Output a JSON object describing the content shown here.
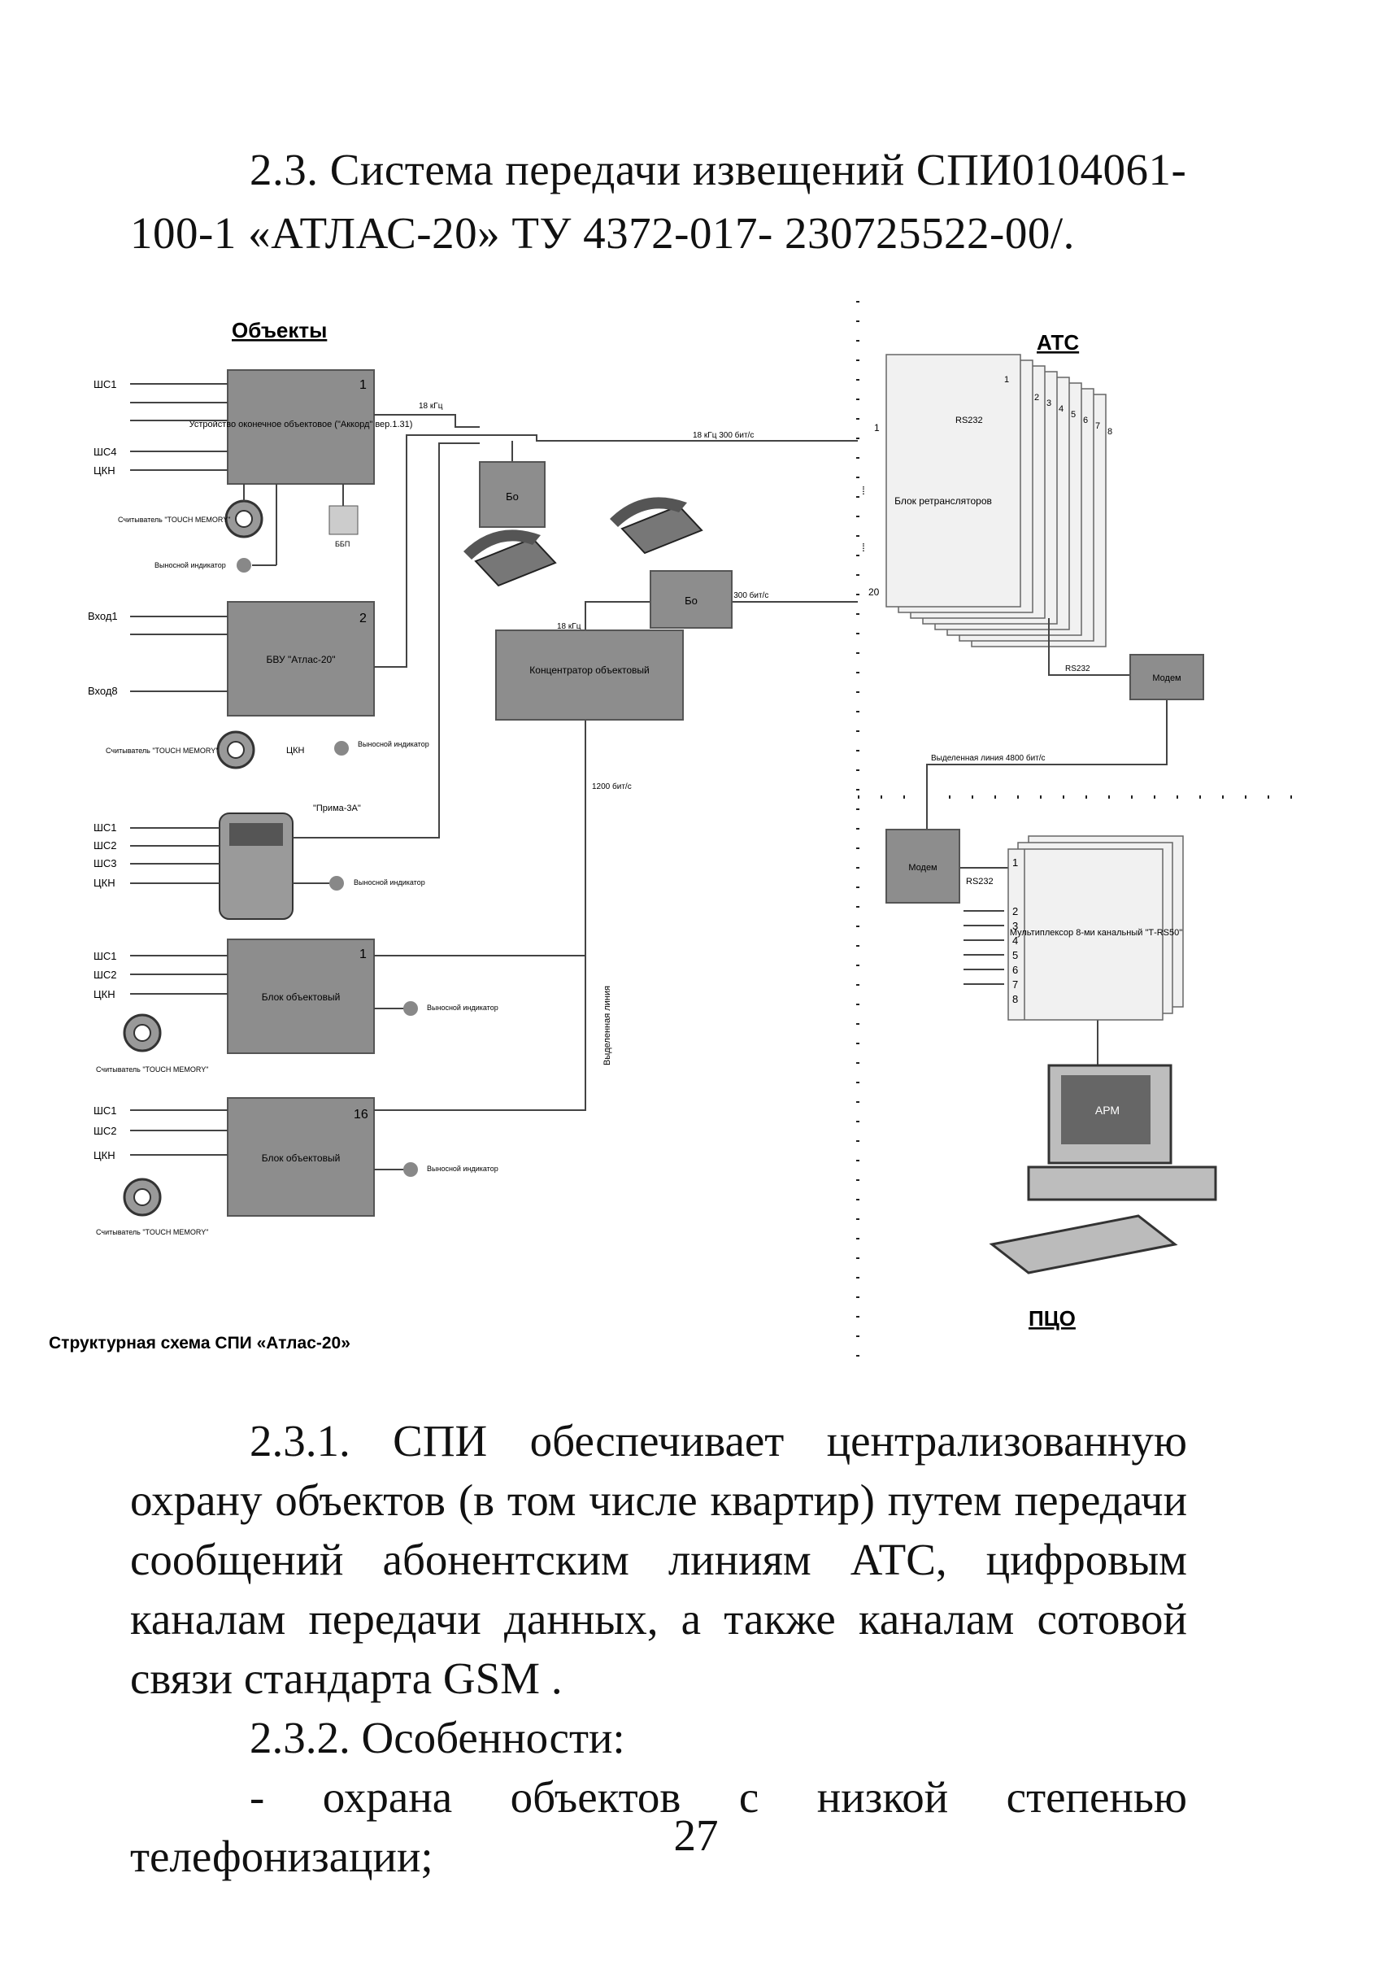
{
  "heading": "2.3. Система передачи извещений СПИ0104061-100-1 «АТЛАС-20» ТУ 4372-017- 230725522-00/.",
  "diagram": {
    "objects_label": "Объекты",
    "ats_label": "АТС",
    "pco_label": "ПЦО",
    "caption": "Структурная схема СПИ «Атлас-20»",
    "device1": {
      "number": "1",
      "title": "Устройство оконечное объектовое (\"Аккорд\" вер.1.31)",
      "inputs": [
        "ШС1",
        "ШС4",
        "ЦКН"
      ],
      "reader": "Считыватель \"TOUCH MEMORY\"",
      "indicator": "Выносной индикатор",
      "bbp": "ББП"
    },
    "device2": {
      "number": "2",
      "title": "БВУ \"Атлас-20\"",
      "inputs": [
        "Вход1",
        "Вход8"
      ],
      "reader": "Считыватель \"TOUCH MEMORY\"",
      "ckn": "ЦКН",
      "indicator": "Выносной индикатор"
    },
    "prima": {
      "title": "\"Прима-3А\"",
      "inputs": [
        "ШС1",
        "ШС2",
        "ШС3",
        "ЦКН"
      ],
      "indicator": "Выносной индикатор"
    },
    "block1": {
      "number": "1",
      "title": "Блок объектовый",
      "inputs": [
        "ШС1",
        "ШС2",
        "ЦКН"
      ],
      "reader": "Считыватель \"TOUCH MEMORY\"",
      "indicator": "Выносной индикатор"
    },
    "block16": {
      "number": "16",
      "title": "Блок объектовый",
      "inputs": [
        "ШС1",
        "ШС2",
        "ЦКН"
      ],
      "reader": "Считыватель \"TOUCH MEMORY\"",
      "indicator": "Выносной индикатор"
    },
    "bo": "Бо",
    "concentrator": "Концентратор объектовый",
    "f18": "18 кГц",
    "f18_rate": "18 кГц  300 бит/с",
    "rate1200": "1200 бит/с",
    "dedicated_line": "Выделенная линия",
    "dedicated_line_4800": "Выделенная линия 4800 бит/с",
    "repeater": {
      "title": "Блок ретрансляторов",
      "port_first": "1",
      "port_last": "20",
      "rs232": "RS232",
      "stack": [
        "1",
        "2",
        "3",
        "4",
        "5",
        "6",
        "7",
        "8"
      ]
    },
    "rs232": "RS232",
    "modem": "Модем",
    "mux": {
      "title": "Мультиплексор 8-ми канальный \"Т-RS50\"",
      "ports": [
        "1",
        "2",
        "3",
        "4",
        "5",
        "6",
        "7",
        "8"
      ],
      "rs232": "RS232"
    },
    "arm": "АРМ"
  },
  "paragraphs": [
    "2.3.1. СПИ обеспечивает централизованную охрану объектов (в том числе квартир) путем передачи сообщений абонентским линиям АТС, цифровым каналам передачи данных, а также каналам сотовой связи стандарта GSM .",
    "2.3.2. Особенности:",
    "- охрана объектов с низкой степенью телефонизации;"
  ],
  "page_number": "27"
}
